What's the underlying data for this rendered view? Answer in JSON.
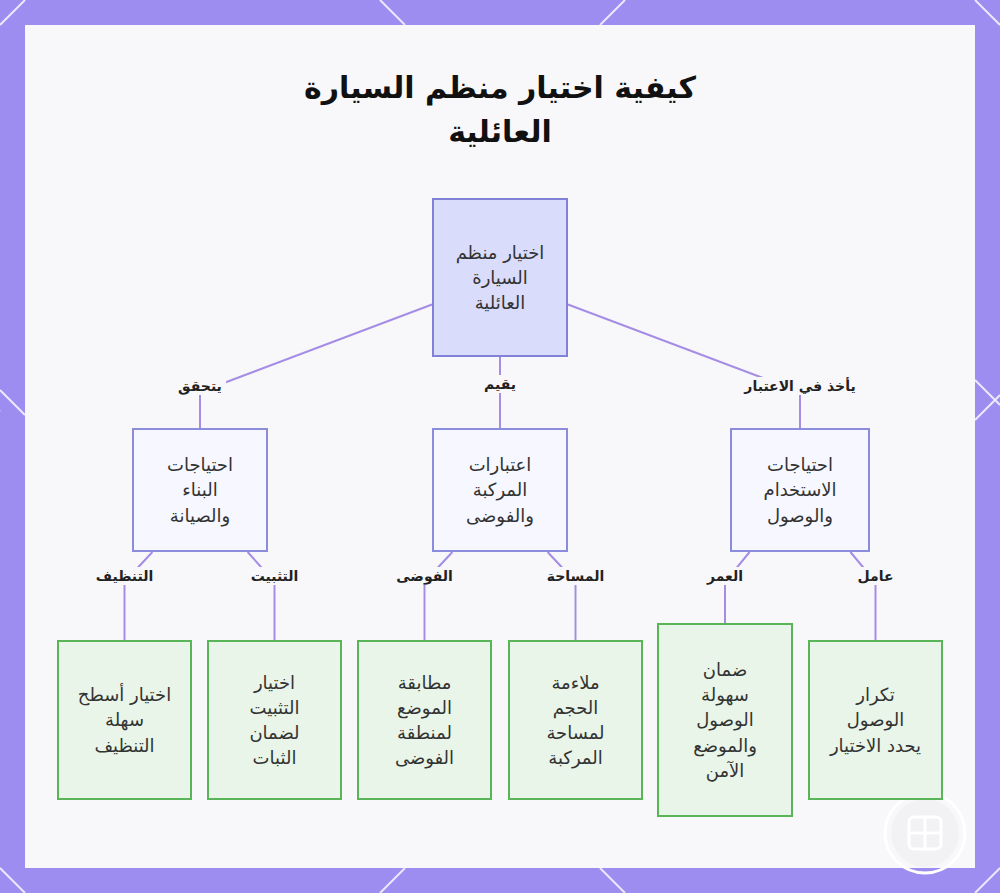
{
  "diagram": {
    "title": "كيفية اختيار منظم السيارة العائلية",
    "nodes": [
      {
        "text": [
          "اختيار منظم السيارة العائلية"
        ]
      },
      {
        "text": [
          "احتياجات الاستخدام والوصول"
        ]
      },
      {
        "text": [
          "اعتبارات المركبة والفوضى"
        ]
      },
      {
        "text": [
          "احتياجات البناء والصيانة"
        ]
      },
      {
        "text": [
          "تكرار الوصول يحدد الاختيار"
        ]
      },
      {
        "text": [
          "ضمان سهولة الوصول والموضع الآمن"
        ]
      },
      {
        "text": [
          "ملاءمة الحجم لمساحة المركبة"
        ]
      },
      {
        "text": [
          "مطابقة الموضع لمنطقة الفوضى"
        ]
      },
      {
        "text": [
          "اختيار التثبيت لضمان الثبات"
        ]
      },
      {
        "text": [
          "اختيار أسطح سهلة التنظيف"
        ]
      }
    ],
    "edges": [
      {
        "from": 0,
        "to": 1,
        "label": "يأخذ في الاعتبار",
        "arrow": "none"
      },
      {
        "from": 0,
        "to": 2,
        "label": "يقيم",
        "arrow": "none"
      },
      {
        "from": 0,
        "to": 3,
        "label": "يتحقق",
        "arrow": "none"
      },
      {
        "from": 1,
        "to": 4,
        "label": "عامل",
        "arrow": "none"
      },
      {
        "from": 1,
        "to": 5,
        "label": "العمر",
        "arrow": "none"
      },
      {
        "from": 2,
        "to": 6,
        "label": "المساحة",
        "arrow": "none"
      },
      {
        "from": 2,
        "to": 7,
        "label": "الفوضى",
        "arrow": "none"
      },
      {
        "from": 3,
        "to": 8,
        "label": "التثبيت",
        "arrow": "none"
      },
      {
        "from": 3,
        "to": 9,
        "label": "التنظيف",
        "arrow": "none"
      }
    ]
  }
}
